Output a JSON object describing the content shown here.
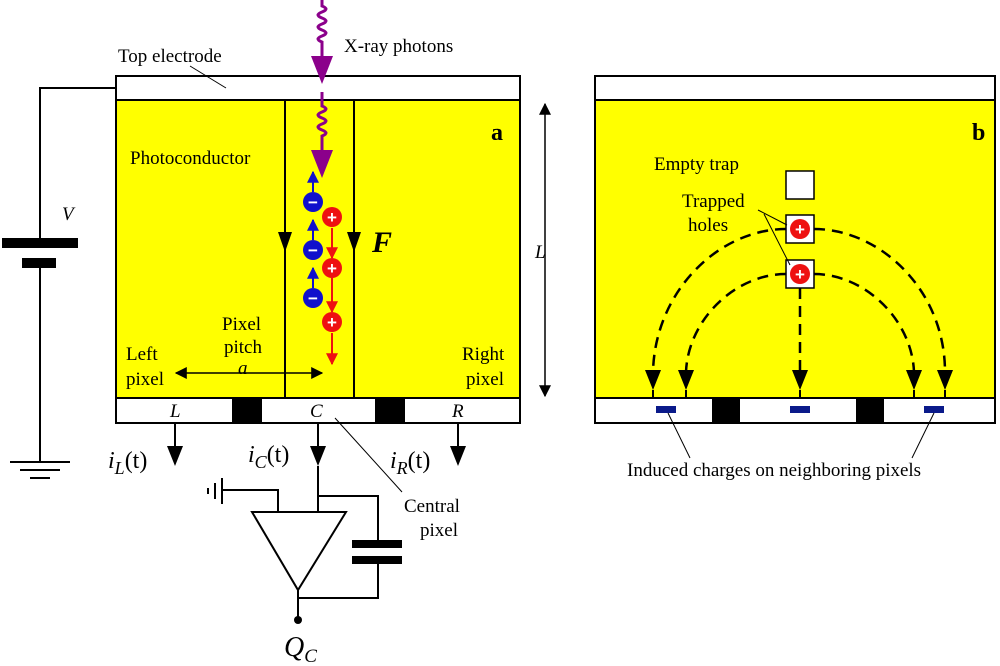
{
  "labels": {
    "top_electrode": "Top electrode",
    "xray": "X-ray photons",
    "photoconductor": "Photoconductor",
    "panel_a": "a",
    "panel_b": "b",
    "field": "F",
    "voltage": "V",
    "thickness": "L",
    "left_pixel_1": "Left",
    "left_pixel_2": "pixel",
    "right_pixel_1": "Right",
    "right_pixel_2": "pixel",
    "pixel_pitch_1": "Pixel",
    "pixel_pitch_2": "pitch",
    "pitch_symbol": "a",
    "pix_L": "L",
    "pix_C": "C",
    "pix_R": "R",
    "iL_main": "i",
    "iL_sub": "L",
    "iL_arg": "(t)",
    "iC_main": "i",
    "iC_sub": "C",
    "iC_arg": "(t)",
    "iR_main": "i",
    "iR_sub": "R",
    "iR_arg": "(t)",
    "central_1": "Central",
    "central_2": "pixel",
    "qc_main": "Q",
    "qc_sub": "C",
    "empty_trap": "Empty trap",
    "trapped_1": "Trapped",
    "trapped_2": "holes",
    "induced": "Induced charges on neighboring pixels",
    "electron_sign": "−",
    "hole_sign": "+"
  },
  "colors": {
    "photoconductor": "#ffff00",
    "xray": "#8b008b",
    "electron": "#1010cc",
    "hole": "#ee1111",
    "induced_charge": "#0a1a8a",
    "electrode": "#ffffff"
  }
}
